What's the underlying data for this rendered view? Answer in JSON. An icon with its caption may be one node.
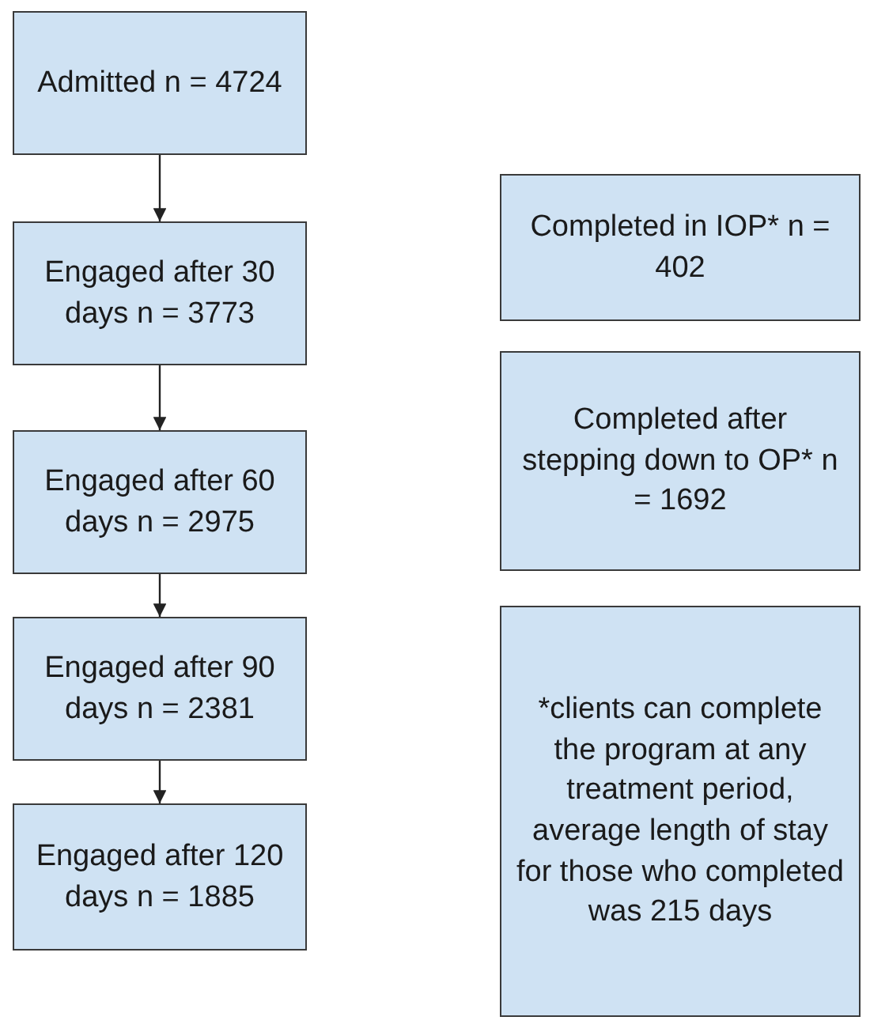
{
  "diagram": {
    "nodes": [
      {
        "text": [
          "Admitted n = 4724"
        ]
      },
      {
        "text": [
          "Engaged after 30 days n = 3773"
        ]
      },
      {
        "text": [
          "Engaged after 60 days n = 2975"
        ]
      },
      {
        "text": [
          "Engaged after 90 days n = 2381"
        ]
      },
      {
        "text": [
          "Engaged after 120 days n = 1885"
        ]
      },
      {
        "text": [
          "Completed in IOP* n = 402"
        ]
      },
      {
        "text": [
          "Completed after stepping down to OP* n = 1692"
        ]
      },
      {
        "text": [
          "*clients can complete the program at any treatment period, average length of stay for those who completed was 215 days"
        ]
      }
    ],
    "edges": [
      {
        "from": 0,
        "to": 1,
        "arrow": "to"
      },
      {
        "from": 1,
        "to": 2,
        "arrow": "to"
      },
      {
        "from": 2,
        "to": 3,
        "arrow": "to"
      },
      {
        "from": 3,
        "to": 4,
        "arrow": "to"
      }
    ]
  }
}
